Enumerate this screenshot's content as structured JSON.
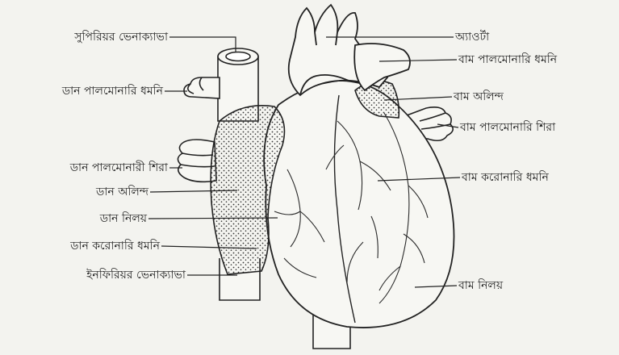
{
  "labels": {
    "left": {
      "superior_vena_cava": "সুপিরিয়র ভেনাক্যাভা",
      "right_pulmonary_artery": "ডান পালমোনারি ধমনি",
      "right_pulmonary_vein": "ডান পালমোনারী শিরা",
      "right_atrium": "ডান অলিন্দ",
      "right_ventricle": "ডান নিলয়",
      "right_coronary_artery": "ডান করোনারি ধমনি",
      "inferior_vena_cava": "ইনফিরিয়র ভেনাক্যাভা"
    },
    "right": {
      "aorta": "অ্যাওর্টা",
      "left_pulmonary_artery": "বাম পালমোনারি ধমনি",
      "left_atrium": "বাম অলিন্দ",
      "left_pulmonary_vein": "বাম পালমোনারি শিরা",
      "left_coronary_artery": "বাম করোনারি ধমনি",
      "left_ventricle": "বাম নিলয়"
    }
  }
}
